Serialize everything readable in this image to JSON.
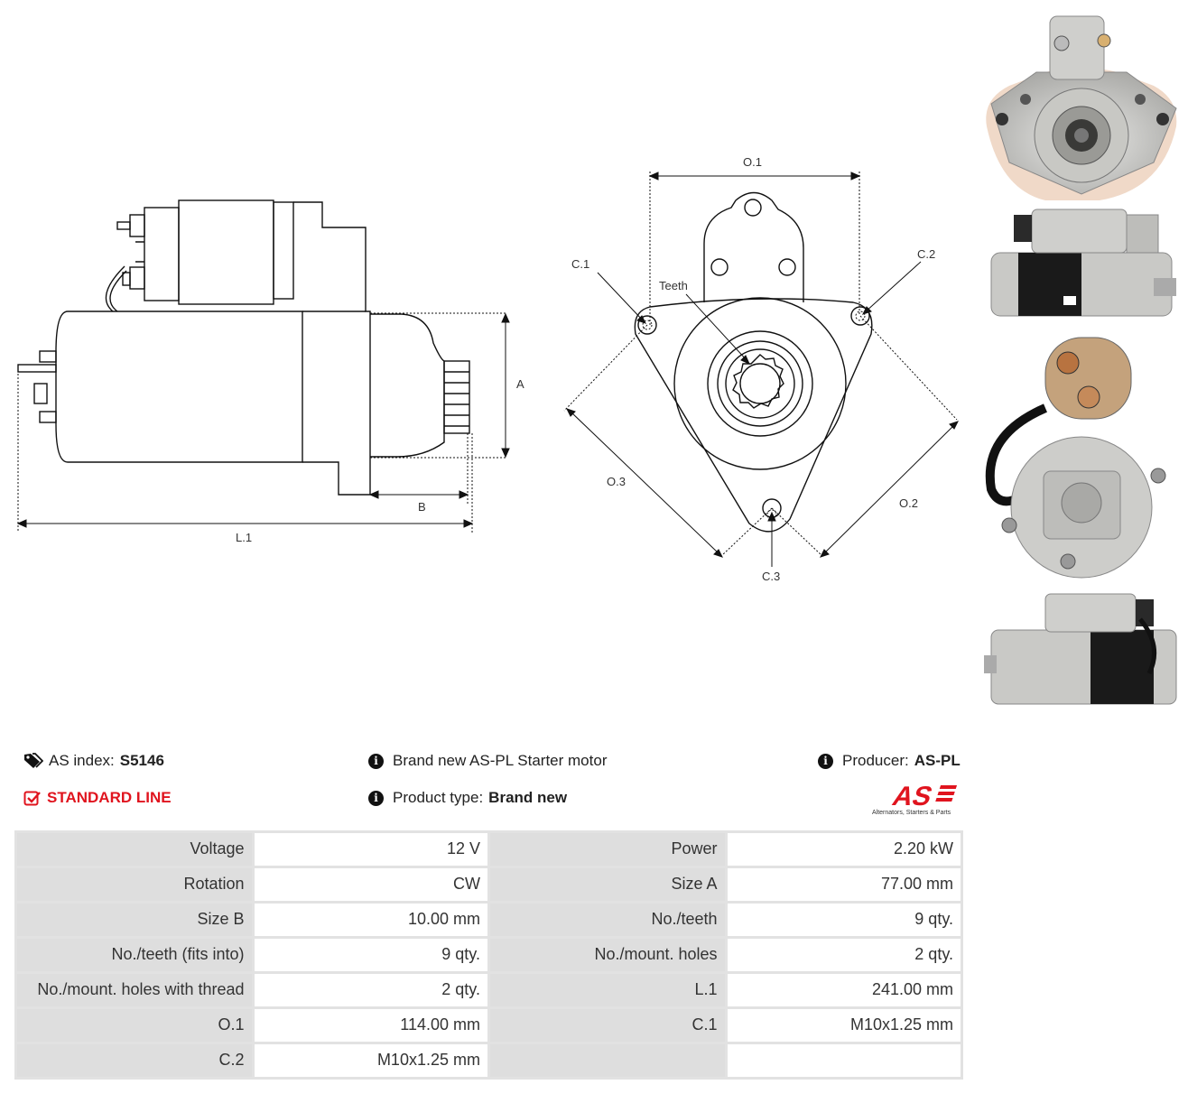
{
  "drawing_labels": {
    "A": "A",
    "B": "B",
    "L1": "L.1",
    "O1": "O.1",
    "O2": "O.2",
    "O3": "O.3",
    "C1": "C.1",
    "C2": "C.2",
    "C3": "C.3",
    "teeth": "Teeth"
  },
  "info": {
    "as_index_label": "AS index:",
    "as_index_value": "S5146",
    "line_label": "STANDARD LINE",
    "description": "Brand new AS-PL Starter motor",
    "product_type_label": "Product type:",
    "product_type_value": "Brand new",
    "producer_label": "Producer:",
    "producer_value": "AS-PL",
    "logo_text": "AS",
    "logo_tagline": "Alternators, Starters & Parts"
  },
  "specs": [
    [
      {
        "label": "Voltage",
        "value": "12 V"
      },
      {
        "label": "Power",
        "value": "2.20 kW"
      }
    ],
    [
      {
        "label": "Rotation",
        "value": "CW"
      },
      {
        "label": "Size A",
        "value": "77.00 mm"
      }
    ],
    [
      {
        "label": "Size B",
        "value": "10.00 mm"
      },
      {
        "label": "No./teeth",
        "value": "9 qty."
      }
    ],
    [
      {
        "label": "No./teeth (fits into)",
        "value": "9 qty."
      },
      {
        "label": "No./mount. holes",
        "value": "2 qty."
      }
    ],
    [
      {
        "label": "No./mount. holes with thread",
        "value": "2 qty."
      },
      {
        "label": "L.1",
        "value": "241.00 mm"
      }
    ],
    [
      {
        "label": "O.1",
        "value": "114.00 mm"
      },
      {
        "label": "C.1",
        "value": "M10x1.25 mm"
      }
    ],
    [
      {
        "label": "C.2",
        "value": "M10x1.25 mm"
      },
      {
        "label": "",
        "value": ""
      }
    ]
  ],
  "colors": {
    "accent_red": "#e0141e",
    "label_bg": "#dedede",
    "border": "#e2e2e2"
  },
  "icons": {
    "tags": "tags-icon",
    "check": "check-square-icon",
    "info": "info-circle-icon"
  }
}
